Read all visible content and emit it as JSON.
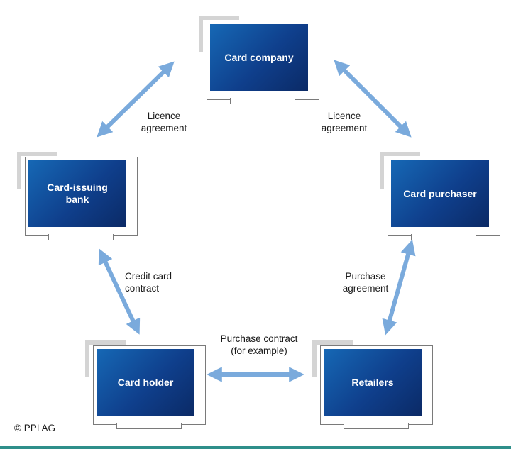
{
  "diagram": {
    "nodes": [
      {
        "id": "card-company",
        "label": "Card company"
      },
      {
        "id": "card-issuing-bank",
        "label": "Card-issuing\nbank"
      },
      {
        "id": "card-purchaser",
        "label": "Card purchaser"
      },
      {
        "id": "card-holder",
        "label": "Card holder"
      },
      {
        "id": "retailers",
        "label": "Retailers"
      }
    ],
    "edges": [
      {
        "from": "card-issuing-bank",
        "to": "card-company",
        "label": "Licence\nagreement"
      },
      {
        "from": "card-company",
        "to": "card-purchaser",
        "label": "Licence\nagreement"
      },
      {
        "from": "card-issuing-bank",
        "to": "card-holder",
        "label": "Credit card\ncontract"
      },
      {
        "from": "card-purchaser",
        "to": "retailers",
        "label": "Purchase\nagreement"
      },
      {
        "from": "card-holder",
        "to": "retailers",
        "label": "Purchase contract\n(for example)"
      }
    ]
  },
  "footer": {
    "copyright": "© PPI AG"
  },
  "colors": {
    "arrow": "#7aaadc",
    "screen_light": "#1668b5",
    "screen_dark": "#0b2a66",
    "bottom_rule": "#2f8f8a"
  }
}
